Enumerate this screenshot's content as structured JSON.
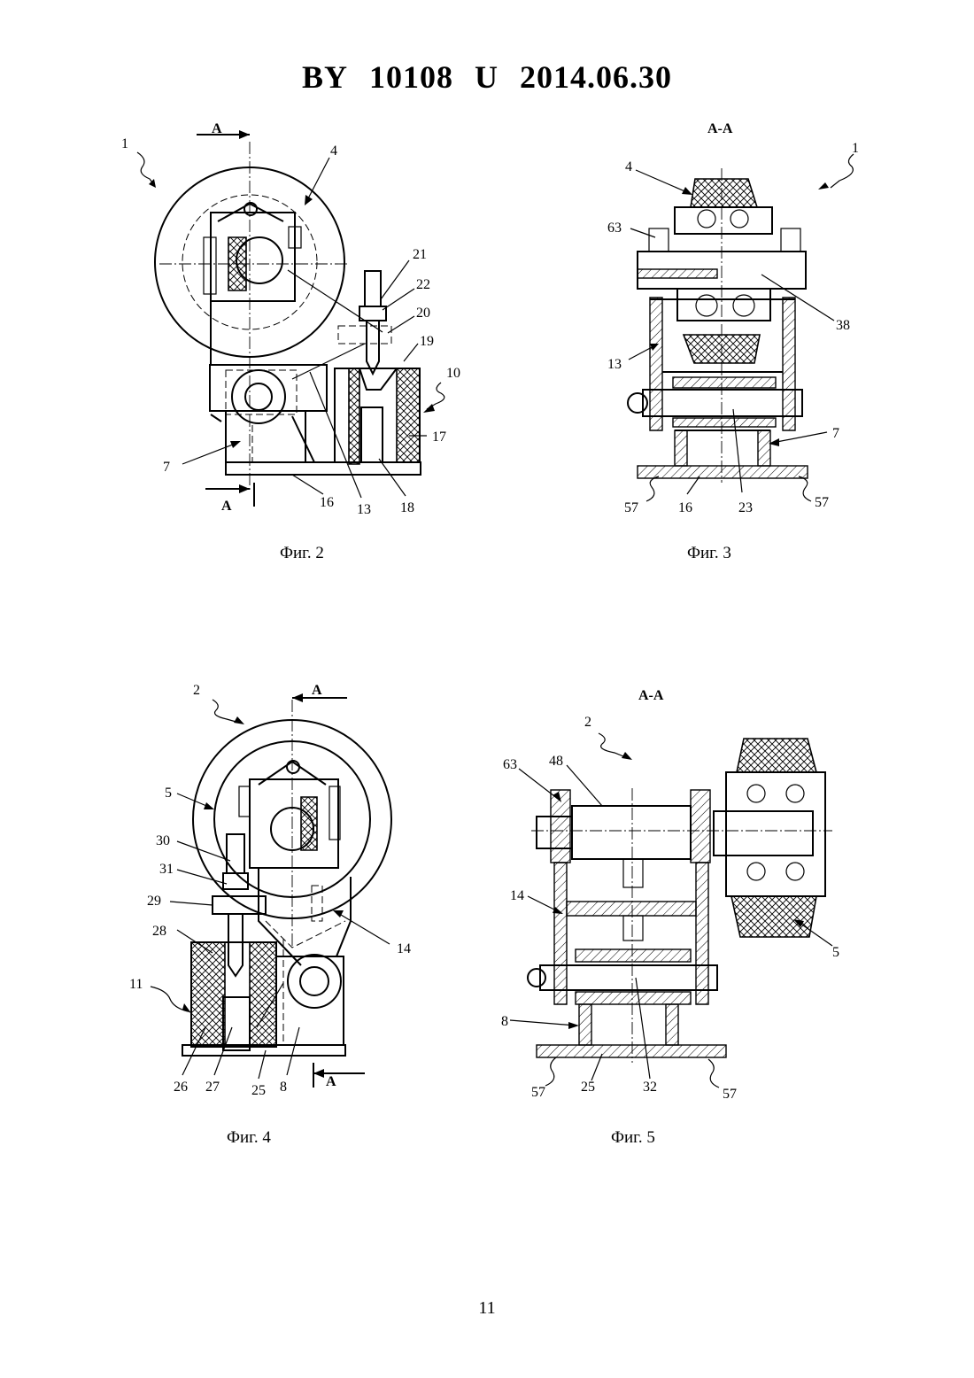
{
  "header": {
    "country": "BY",
    "number": "10108",
    "kind": "U",
    "date": "2014.06.30"
  },
  "figures": [
    {
      "caption": "Фиг. 2",
      "labels": [
        "1",
        "4",
        "21",
        "22",
        "20",
        "19",
        "10",
        "17",
        "18",
        "13",
        "16",
        "7"
      ],
      "section_marks": [
        "A",
        "A"
      ]
    },
    {
      "caption": "Фиг. 3",
      "section_title": "A-A",
      "labels": [
        "4",
        "1",
        "63",
        "38",
        "13",
        "7",
        "57",
        "16",
        "23",
        "57"
      ]
    },
    {
      "caption": "Фиг. 4",
      "labels": [
        "2",
        "5",
        "30",
        "31",
        "29",
        "28",
        "14",
        "11",
        "26",
        "27",
        "25",
        "8"
      ],
      "section_marks": [
        "A",
        "A"
      ]
    },
    {
      "caption": "Фиг. 5",
      "section_title": "A-A",
      "labels": [
        "2",
        "63",
        "48",
        "14",
        "5",
        "8",
        "57",
        "25",
        "32",
        "57"
      ]
    }
  ],
  "page_number": "11"
}
